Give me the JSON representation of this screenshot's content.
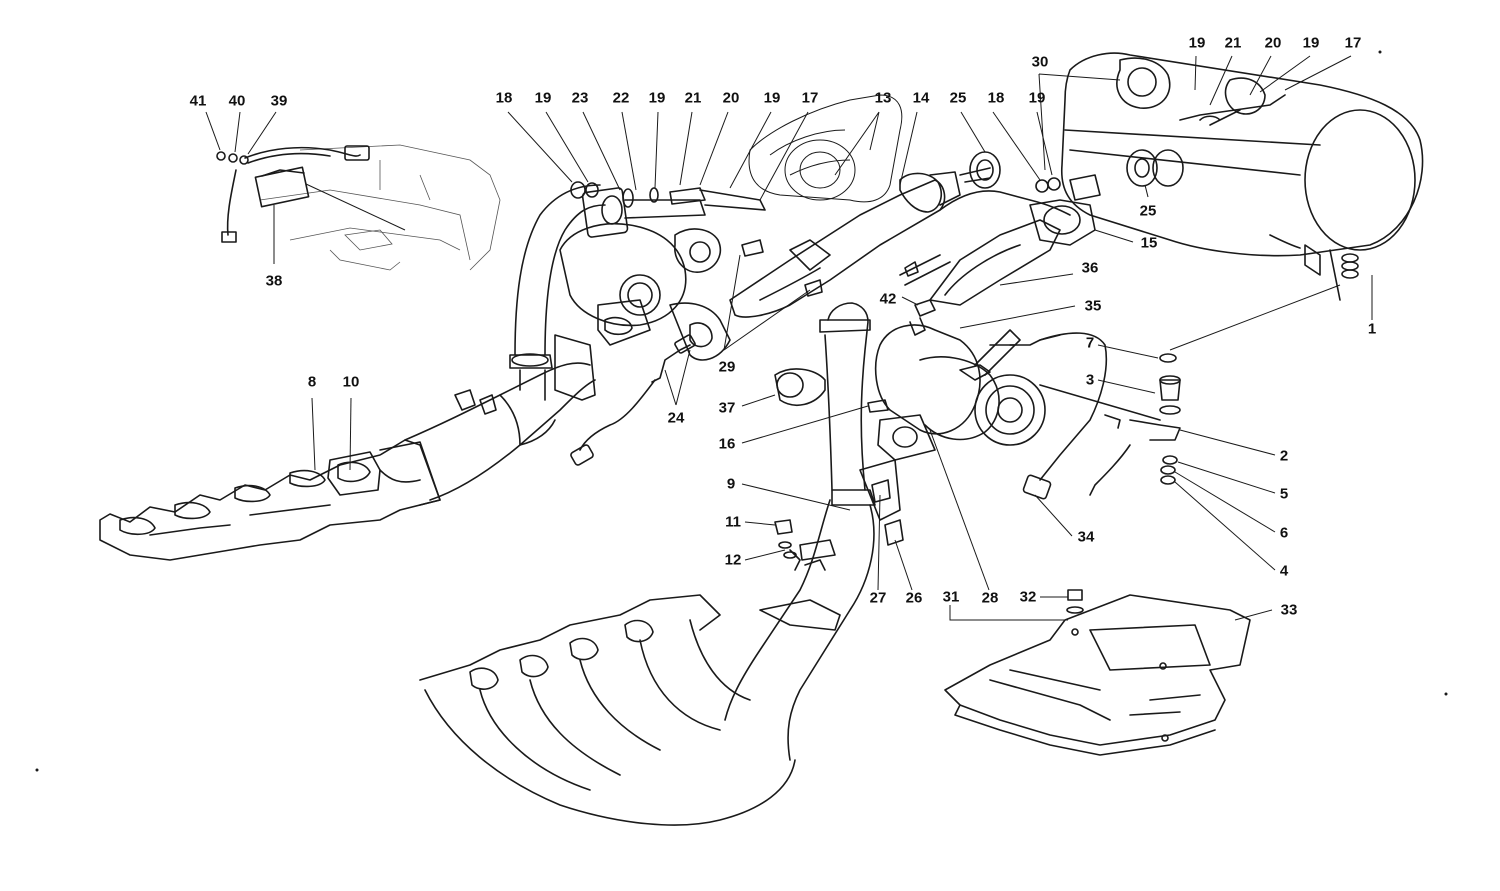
{
  "callouts": [
    {
      "id": "c41",
      "text": "41"
    },
    {
      "id": "c40",
      "text": "40"
    },
    {
      "id": "c39",
      "text": "39"
    },
    {
      "id": "c38",
      "text": "38"
    },
    {
      "id": "c18a",
      "text": "18"
    },
    {
      "id": "c19a",
      "text": "19"
    },
    {
      "id": "c23",
      "text": "23"
    },
    {
      "id": "c22",
      "text": "22"
    },
    {
      "id": "c19b",
      "text": "19"
    },
    {
      "id": "c21a",
      "text": "21"
    },
    {
      "id": "c20a",
      "text": "20"
    },
    {
      "id": "c19c",
      "text": "19"
    },
    {
      "id": "c17a",
      "text": "17"
    },
    {
      "id": "c13",
      "text": "13"
    },
    {
      "id": "c14",
      "text": "14"
    },
    {
      "id": "c25a",
      "text": "25"
    },
    {
      "id": "c18b",
      "text": "18"
    },
    {
      "id": "c30",
      "text": "30"
    },
    {
      "id": "c19d",
      "text": "19"
    },
    {
      "id": "c19e",
      "text": "19"
    },
    {
      "id": "c21b",
      "text": "21"
    },
    {
      "id": "c20b",
      "text": "20"
    },
    {
      "id": "c19f",
      "text": "19"
    },
    {
      "id": "c17b",
      "text": "17"
    },
    {
      "id": "c25b",
      "text": "25"
    },
    {
      "id": "c15",
      "text": "15"
    },
    {
      "id": "c36",
      "text": "36"
    },
    {
      "id": "c42",
      "text": "42"
    },
    {
      "id": "c35",
      "text": "35"
    },
    {
      "id": "c1",
      "text": "1"
    },
    {
      "id": "c7",
      "text": "7"
    },
    {
      "id": "c3",
      "text": "3"
    },
    {
      "id": "c2",
      "text": "2"
    },
    {
      "id": "c5",
      "text": "5"
    },
    {
      "id": "c6",
      "text": "6"
    },
    {
      "id": "c4",
      "text": "4"
    },
    {
      "id": "c8",
      "text": "8"
    },
    {
      "id": "c10",
      "text": "10"
    },
    {
      "id": "c29",
      "text": "29"
    },
    {
      "id": "c24",
      "text": "24"
    },
    {
      "id": "c37",
      "text": "37"
    },
    {
      "id": "c16",
      "text": "16"
    },
    {
      "id": "c9",
      "text": "9"
    },
    {
      "id": "c11",
      "text": "11"
    },
    {
      "id": "c12",
      "text": "12"
    },
    {
      "id": "c27",
      "text": "27"
    },
    {
      "id": "c26",
      "text": "26"
    },
    {
      "id": "c31",
      "text": "31"
    },
    {
      "id": "c28",
      "text": "28"
    },
    {
      "id": "c32",
      "text": "32"
    },
    {
      "id": "c33",
      "text": "33"
    },
    {
      "id": "c34",
      "text": "34"
    }
  ]
}
